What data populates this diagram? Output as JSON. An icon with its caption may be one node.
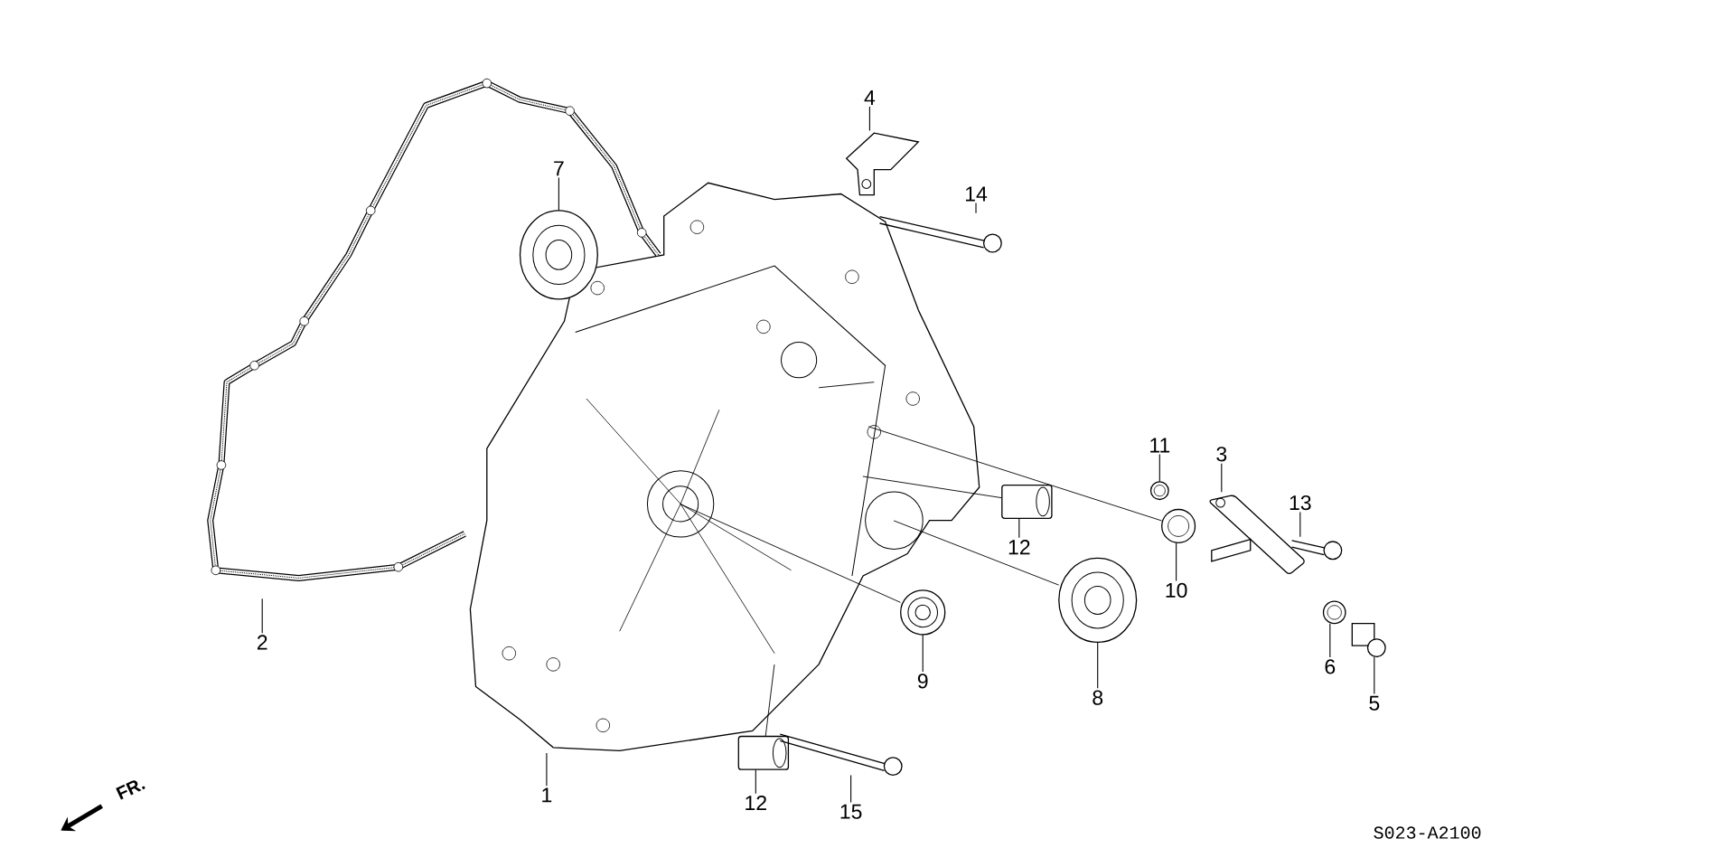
{
  "diagram": {
    "nodes": [
      {
        "text": [
          "1"
        ]
      },
      {
        "text": [
          "2"
        ]
      },
      {
        "text": [
          "3"
        ]
      },
      {
        "text": [
          "4"
        ]
      },
      {
        "text": [
          "5"
        ]
      },
      {
        "text": [
          "6"
        ]
      },
      {
        "text": [
          "7"
        ],
        "in": 17
      },
      {
        "text": [
          "8"
        ]
      },
      {
        "text": [
          "9"
        ]
      },
      {
        "text": [
          "10"
        ]
      },
      {
        "text": [
          "11"
        ]
      },
      {
        "text": [
          "12"
        ]
      },
      {
        "text": [
          "12"
        ]
      },
      {
        "text": [
          "13"
        ]
      },
      {
        "text": [
          "14"
        ]
      },
      {
        "text": [
          "15"
        ]
      },
      {
        "text": [],
        "shape": "picture"
      },
      {
        "text": [],
        "shape": "picture"
      },
      {
        "text": [],
        "shape": "picture"
      },
      {
        "text": [],
        "shape": "picture"
      },
      {
        "text": [],
        "shape": "picture"
      },
      {
        "text": [],
        "shape": "picture"
      },
      {
        "text": [],
        "shape": "picture",
        "in": 17
      },
      {
        "text": [],
        "shape": "picture"
      },
      {
        "text": [],
        "shape": "picture"
      },
      {
        "text": [],
        "shape": "picture"
      },
      {
        "text": [],
        "shape": "picture"
      },
      {
        "text": [],
        "shape": "picture"
      },
      {
        "text": [],
        "shape": "picture"
      },
      {
        "text": [],
        "shape": "picture"
      },
      {
        "text": [],
        "shape": "picture"
      },
      {
        "text": [],
        "shape": "picture"
      }
    ],
    "edges": [
      {
        "from": 0,
        "to": 16,
        "arrow": "none"
      },
      {
        "from": 1,
        "to": 17,
        "arrow": "none"
      },
      {
        "from": 2,
        "to": 18,
        "arrow": "none"
      },
      {
        "from": 3,
        "to": 19,
        "arrow": "none"
      },
      {
        "from": 4,
        "to": 20,
        "arrow": "none"
      },
      {
        "from": 5,
        "to": 21,
        "arrow": "none"
      },
      {
        "from": 6,
        "to": 22,
        "arrow": "none"
      },
      {
        "from": 7,
        "to": 23,
        "arrow": "none"
      },
      {
        "from": 8,
        "to": 24,
        "arrow": "none"
      },
      {
        "from": 9,
        "to": 25,
        "arrow": "none"
      },
      {
        "from": 10,
        "to": 26,
        "arrow": "none"
      },
      {
        "from": 11,
        "to": 27,
        "arrow": "none"
      },
      {
        "from": 12,
        "to": 28,
        "arrow": "none"
      },
      {
        "from": 13,
        "to": 29,
        "arrow": "none"
      },
      {
        "from": 14,
        "to": 30,
        "arrow": "none"
      },
      {
        "from": 15,
        "to": 31,
        "arrow": "none"
      },
      {
        "from": 16,
        "to": 24,
        "arrow": "none"
      },
      {
        "from": 16,
        "to": 23,
        "arrow": "none"
      },
      {
        "from": 16,
        "to": 25,
        "arrow": "none"
      },
      {
        "from": 16,
        "to": 27,
        "arrow": "none"
      },
      {
        "from": 16,
        "to": 28,
        "arrow": "none"
      }
    ],
    "labels": [
      "FR.",
      "S023-A2100"
    ]
  }
}
